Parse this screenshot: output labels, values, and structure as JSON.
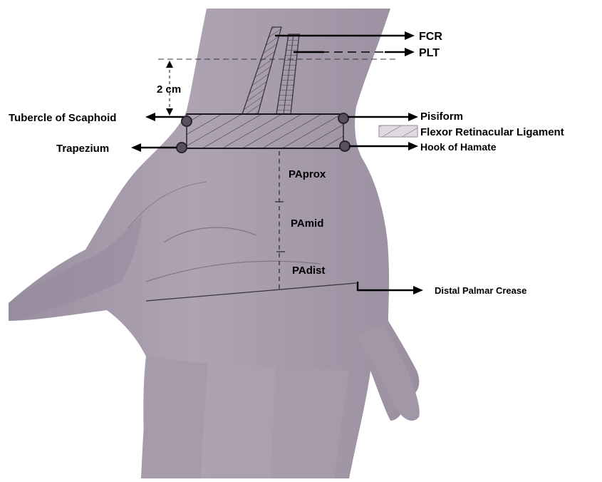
{
  "labels": {
    "fcr": "FCR",
    "plt": "PLT",
    "two_cm": "2 cm",
    "tubercle_of_scaphoid": "Tubercle of Scaphoid",
    "trapezium": "Trapezium",
    "pisiform": "Pisiform",
    "flexor_retinacular_ligament": "Flexor Retinacular Ligament",
    "hook_of_hamate": "Hook of Hamate",
    "paprox": "PAprox",
    "pamid": "PAmid",
    "padist": "PAdist",
    "distal_palmar_crease": "Distal Palmar Crease"
  },
  "colors": {
    "skin": "#a69bab",
    "skin_shadow": "#8c8093",
    "skin_highlight": "#c2b9c6",
    "ink": "#000000",
    "background": "#ffffff"
  }
}
